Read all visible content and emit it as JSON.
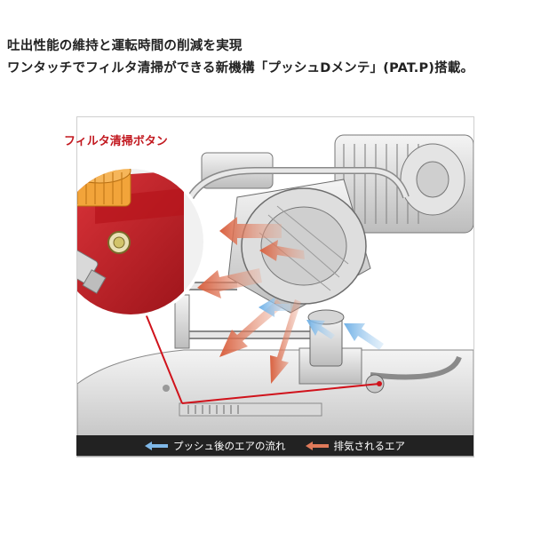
{
  "headline": {
    "line1": "吐出性能の維持と運転時間の削減を実現",
    "line2": "ワンタッチでフィルタ清掃ができる新機構「プッシュDメンテ」(PAT.P)搭載。"
  },
  "diagram": {
    "callout_label": "フィルタ清掃ボタン",
    "legend": [
      {
        "label": "プッシュ後のエアの流れ",
        "color": "#7fb8e8",
        "icon": "blue-arrow-left-icon"
      },
      {
        "label": "排気されるエア",
        "color": "#e07a5a",
        "icon": "red-arrow-left-icon"
      }
    ],
    "colors": {
      "button_orange": "#f2a43a",
      "body_red": "#c81e26",
      "pointer_red": "#d0121b"
    }
  }
}
